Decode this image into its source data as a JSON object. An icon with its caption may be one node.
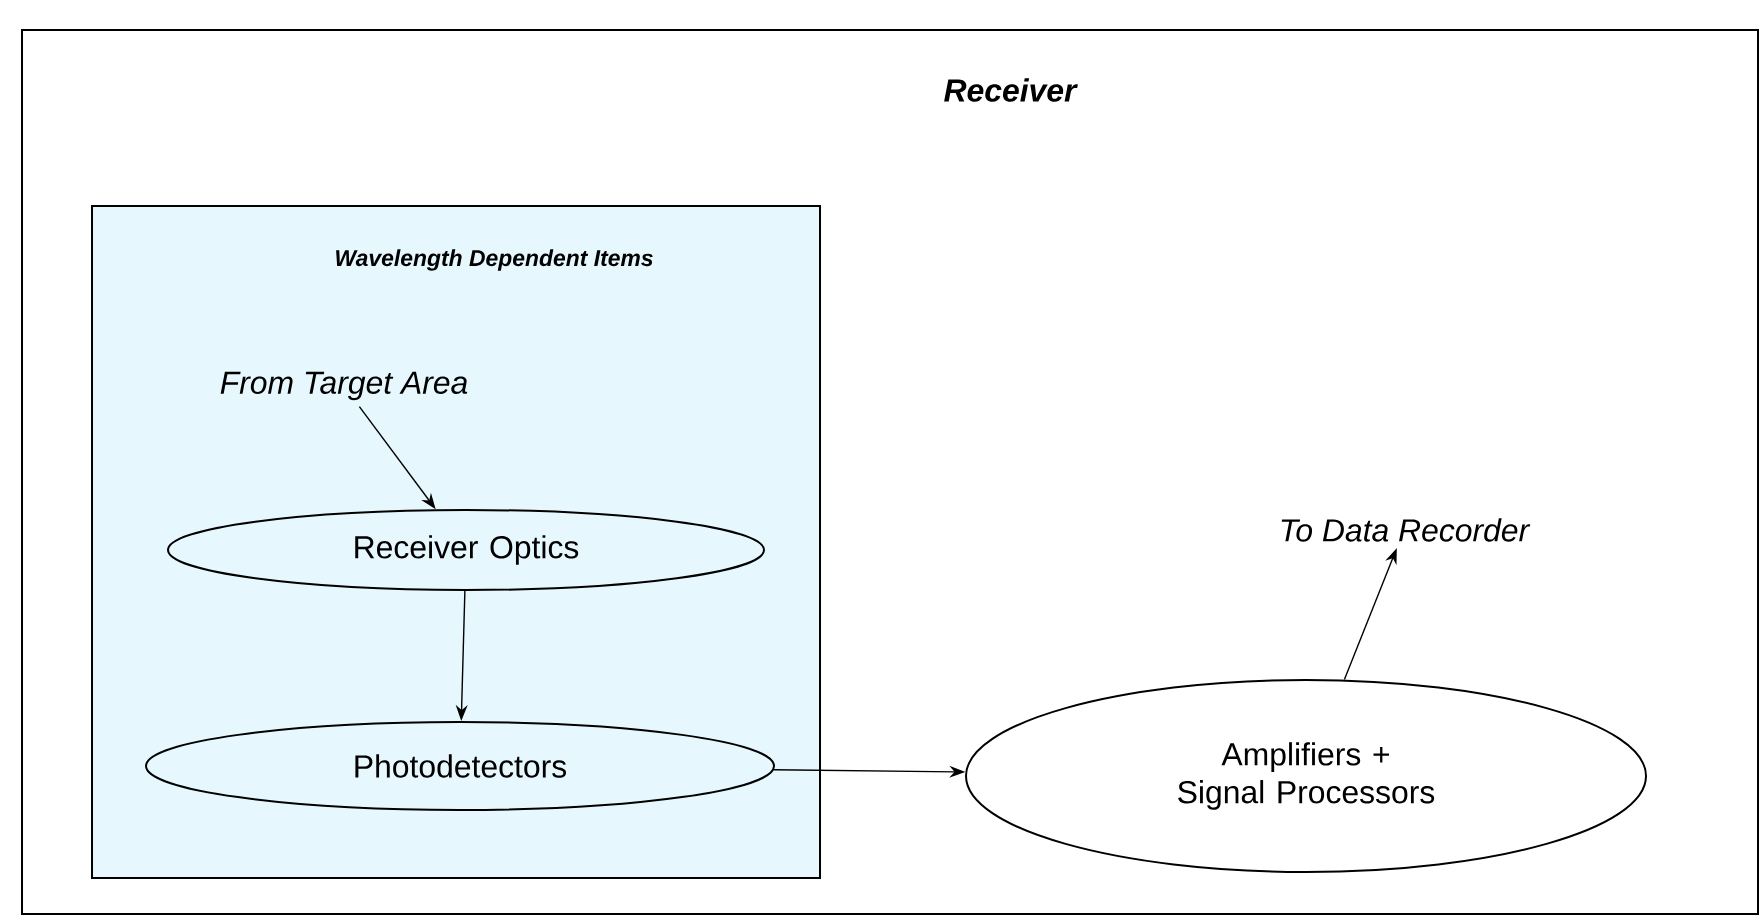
{
  "diagram": {
    "nodes": [
      {
        "text": [
          "Receiver"
        ]
      },
      {
        "text": [
          "Wavelength Dependent Items"
        ],
        "in": 0
      },
      {
        "text": [
          "From Target Area"
        ],
        "in": 1
      },
      {
        "text": [
          "Receiver Optics"
        ],
        "in": 1
      },
      {
        "text": [
          "Photodetectors"
        ],
        "in": 1
      },
      {
        "text": [
          "Amplifiers + Signal Processors"
        ],
        "in": 0
      },
      {
        "text": [
          "To Data Recorder"
        ],
        "in": 0
      }
    ],
    "edges": [
      {
        "from": 2,
        "to": 3,
        "arrow": "to"
      },
      {
        "from": 3,
        "to": 4,
        "arrow": "to"
      },
      {
        "from": 4,
        "to": 5,
        "arrow": "to"
      },
      {
        "from": 5,
        "to": 6,
        "arrow": "to"
      }
    ]
  }
}
